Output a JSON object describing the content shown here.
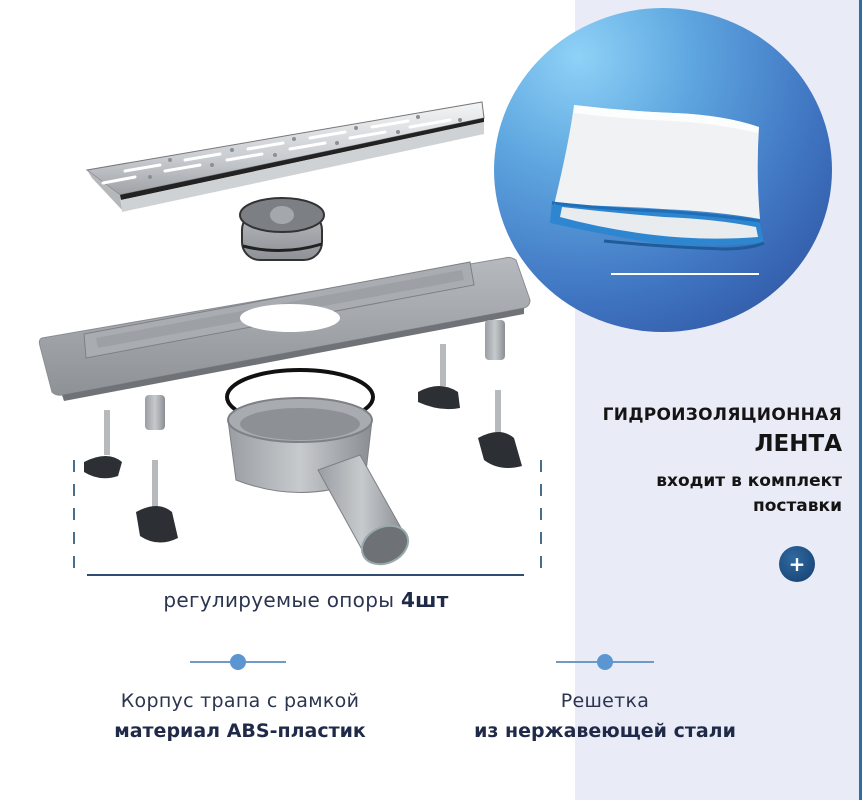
{
  "colors": {
    "panel_bg": "#e9ebf6",
    "panel_border": "#2f6ea5",
    "circle_gradient_light": "#8fd2f7",
    "circle_gradient_dark": "#294a97",
    "accent_dot": "#5b95d2",
    "text_dark": "#1f2a48",
    "plus_button": "#1f4f85"
  },
  "product_image": {
    "description": "Exploded view of linear shower drain: stainless grate, odor trap insert, ABS frame body, O-ring, siphon with outlet pipe, 4 adjustable support legs"
  },
  "tape_callout": {
    "image": "folded waterproofing tape with blue edges",
    "title_line1": "ГИДРОИЗОЛЯЦИОННАЯ",
    "title_line2": "ЛЕНТА",
    "subtitle_line1": "входит в комплект",
    "subtitle_line2": "поставки",
    "plus_icon": "+"
  },
  "supports": {
    "label": "регулируемые опоры ",
    "count": "4шт"
  },
  "features": [
    {
      "title": "Корпус трапа с рамкой",
      "detail": "материал ABS-пластик"
    },
    {
      "title": "Решетка",
      "detail": "из нержавеющей стали"
    }
  ]
}
